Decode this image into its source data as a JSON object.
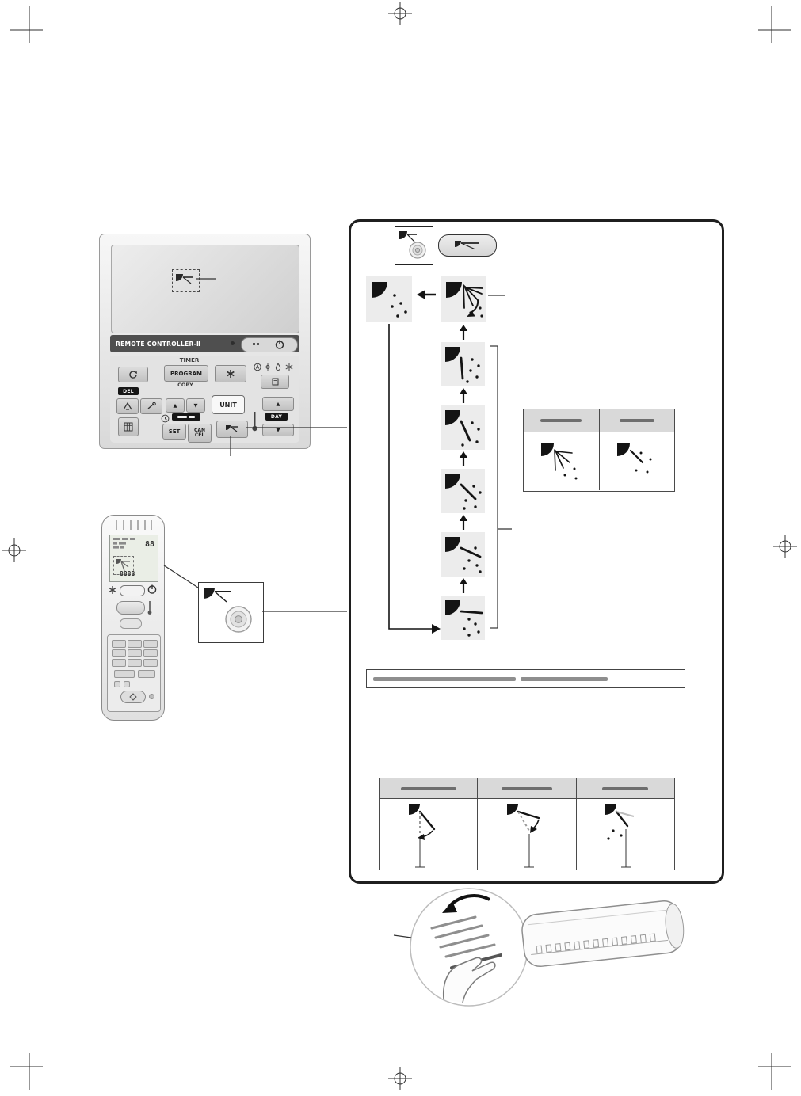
{
  "wired_remote": {
    "name_label": "REMOTE CONTROLLER-Ⅱ",
    "timer_label": "TIMER",
    "program_label": "PROGRAM",
    "copy_label": "COPY",
    "del_label": "DEL",
    "set_label": "SET",
    "cancel_line1": "CAN",
    "cancel_line2": "CEL",
    "unit_label": "UNIT",
    "day_label": "DAY",
    "up_glyph": "▲",
    "down_glyph": "▼"
  },
  "wireless_remote": {
    "display_digits_large": "88",
    "display_digits_small": "8888"
  },
  "icons": {
    "flap": "quarter-disc-with-airflow-line",
    "swing": "quarter-disc-with-fan-of-lines",
    "power": "circle-with-bar",
    "fan": "asterisk",
    "dial_button": "concentric-circles",
    "up_arrow": "▲",
    "left_arrow": "←"
  },
  "colors": {
    "box_border": "#1f1f1f",
    "icon_background": "#ececec",
    "table_header": "#d9d9d9",
    "band_fill": "#4f4f4f",
    "remote_body": "#efefef"
  },
  "diagram": {
    "description": "airflow flap position cycle",
    "flap_positions": [
      {
        "id": "closed",
        "angle_deg_from_vertical": null
      },
      {
        "id": "swing",
        "angle_deg_from_vertical": "sweep"
      },
      {
        "id": "position-1",
        "angle_deg_from_vertical": 5
      },
      {
        "id": "position-2",
        "angle_deg_from_vertical": 25
      },
      {
        "id": "position-3",
        "angle_deg_from_vertical": 45
      },
      {
        "id": "position-4",
        "angle_deg_from_vertical": 65
      },
      {
        "id": "position-5",
        "angle_deg_from_vertical": 85
      }
    ]
  }
}
